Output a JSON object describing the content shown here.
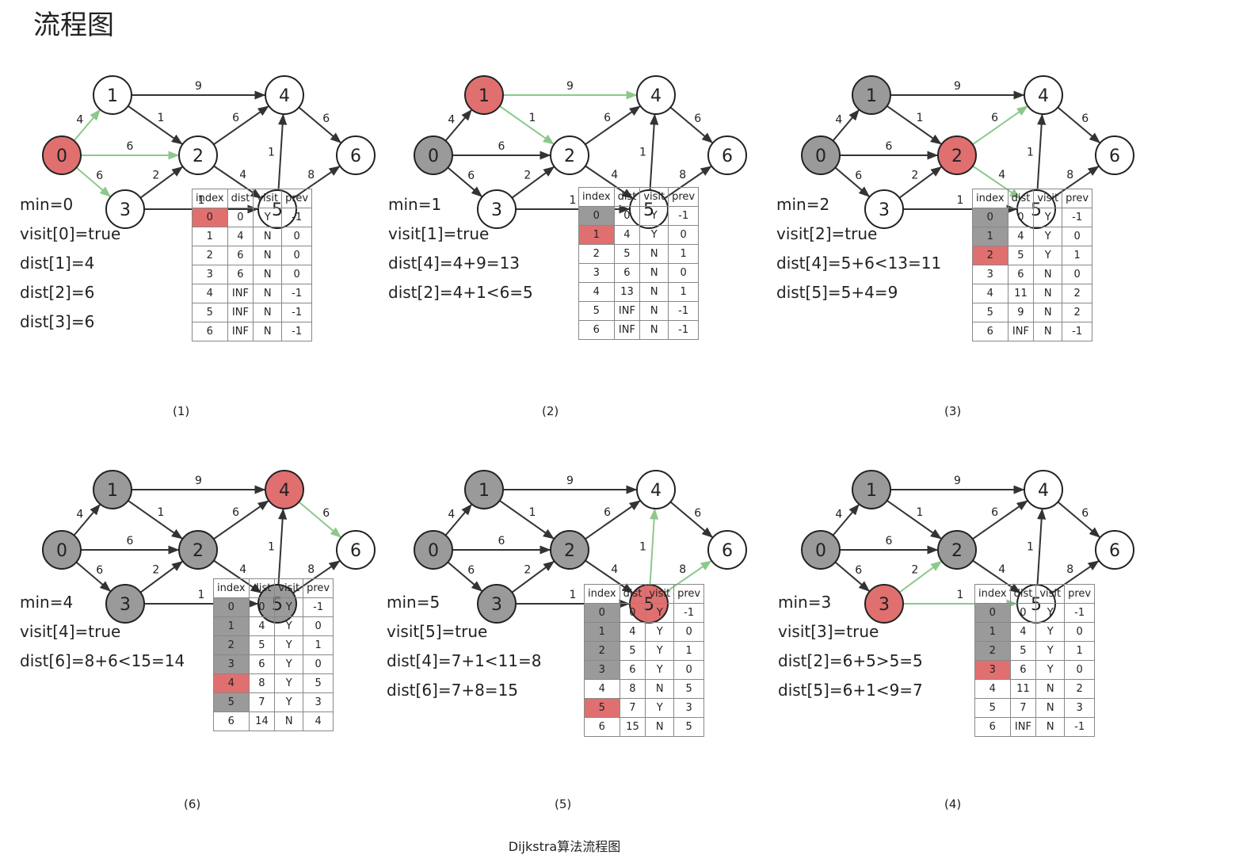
{
  "title": "流程图",
  "figure_caption": "Dijkstra算法流程图",
  "colors": {
    "current": "#e07070",
    "visited": "#9a9a9a",
    "unvisited": "#ffffff",
    "edge": "#333333",
    "relaxed_edge": "#8cc88c"
  },
  "table_headers": [
    "index",
    "dist",
    "visit",
    "prev"
  ],
  "edges": [
    {
      "from": 0,
      "to": 1,
      "w": "4"
    },
    {
      "from": 0,
      "to": 2,
      "w": "6"
    },
    {
      "from": 0,
      "to": 3,
      "w": "6"
    },
    {
      "from": 1,
      "to": 4,
      "w": "9"
    },
    {
      "from": 1,
      "to": 2,
      "w": "1"
    },
    {
      "from": 3,
      "to": 2,
      "w": "2"
    },
    {
      "from": 3,
      "to": 5,
      "w": "1"
    },
    {
      "from": 2,
      "to": 4,
      "w": "6"
    },
    {
      "from": 2,
      "to": 5,
      "w": "4"
    },
    {
      "from": 5,
      "to": 4,
      "w": "1"
    },
    {
      "from": 4,
      "to": 6,
      "w": "6"
    },
    {
      "from": 5,
      "to": 6,
      "w": "8"
    }
  ],
  "panels": [
    {
      "caption": "(1)",
      "current": 0,
      "visited": [],
      "relaxed": [
        [
          0,
          1
        ],
        [
          0,
          2
        ],
        [
          0,
          3
        ]
      ],
      "notes": [
        "min=0",
        "visit[0]=true",
        "dist[1]=4",
        "dist[2]=6",
        "dist[3]=6"
      ],
      "rows": [
        [
          "0",
          "0",
          "Y",
          "-1"
        ],
        [
          "1",
          "4",
          "N",
          "0"
        ],
        [
          "2",
          "6",
          "N",
          "0"
        ],
        [
          "3",
          "6",
          "N",
          "0"
        ],
        [
          "4",
          "INF",
          "N",
          "-1"
        ],
        [
          "5",
          "INF",
          "N",
          "-1"
        ],
        [
          "6",
          "INF",
          "N",
          "-1"
        ]
      ]
    },
    {
      "caption": "(2)",
      "current": 1,
      "visited": [
        0
      ],
      "relaxed": [
        [
          1,
          4
        ],
        [
          1,
          2
        ]
      ],
      "notes": [
        "min=1",
        "visit[1]=true",
        "dist[4]=4+9=13",
        "dist[2]=4+1<6=5"
      ],
      "rows": [
        [
          "0",
          "0",
          "Y",
          "-1"
        ],
        [
          "1",
          "4",
          "Y",
          "0"
        ],
        [
          "2",
          "5",
          "N",
          "1"
        ],
        [
          "3",
          "6",
          "N",
          "0"
        ],
        [
          "4",
          "13",
          "N",
          "1"
        ],
        [
          "5",
          "INF",
          "N",
          "-1"
        ],
        [
          "6",
          "INF",
          "N",
          "-1"
        ]
      ]
    },
    {
      "caption": "(3)",
      "current": 2,
      "visited": [
        0,
        1
      ],
      "relaxed": [
        [
          2,
          4
        ],
        [
          2,
          5
        ]
      ],
      "notes": [
        "min=2",
        "visit[2]=true",
        "dist[4]=5+6<13=11",
        "dist[5]=5+4=9"
      ],
      "rows": [
        [
          "0",
          "0",
          "Y",
          "-1"
        ],
        [
          "1",
          "4",
          "Y",
          "0"
        ],
        [
          "2",
          "5",
          "Y",
          "1"
        ],
        [
          "3",
          "6",
          "N",
          "0"
        ],
        [
          "4",
          "11",
          "N",
          "2"
        ],
        [
          "5",
          "9",
          "N",
          "2"
        ],
        [
          "6",
          "INF",
          "N",
          "-1"
        ]
      ]
    },
    {
      "caption": "(6)",
      "current": 4,
      "visited": [
        0,
        1,
        2,
        3,
        5
      ],
      "relaxed": [
        [
          4,
          6
        ]
      ],
      "notes": [
        "min=4",
        "visit[4]=true",
        "dist[6]=8+6<15=14"
      ],
      "rows": [
        [
          "0",
          "0",
          "Y",
          "-1"
        ],
        [
          "1",
          "4",
          "Y",
          "0"
        ],
        [
          "2",
          "5",
          "Y",
          "1"
        ],
        [
          "3",
          "6",
          "Y",
          "0"
        ],
        [
          "4",
          "8",
          "Y",
          "5"
        ],
        [
          "5",
          "7",
          "Y",
          "3"
        ],
        [
          "6",
          "14",
          "N",
          "4"
        ]
      ]
    },
    {
      "caption": "(5)",
      "current": 5,
      "visited": [
        0,
        1,
        2,
        3
      ],
      "relaxed": [
        [
          5,
          4
        ],
        [
          5,
          6
        ]
      ],
      "notes": [
        "min=5",
        "visit[5]=true",
        "dist[4]=7+1<11=8",
        "dist[6]=7+8=15"
      ],
      "rows": [
        [
          "0",
          "0",
          "Y",
          "-1"
        ],
        [
          "1",
          "4",
          "Y",
          "0"
        ],
        [
          "2",
          "5",
          "Y",
          "1"
        ],
        [
          "3",
          "6",
          "Y",
          "0"
        ],
        [
          "4",
          "8",
          "N",
          "5"
        ],
        [
          "5",
          "7",
          "Y",
          "3"
        ],
        [
          "6",
          "15",
          "N",
          "5"
        ]
      ]
    },
    {
      "caption": "(4)",
      "current": 3,
      "visited": [
        0,
        1,
        2
      ],
      "relaxed": [
        [
          3,
          2
        ],
        [
          3,
          5
        ]
      ],
      "notes": [
        "min=3",
        "visit[3]=true",
        "dist[2]=6+5>5=5",
        "dist[5]=6+1<9=7"
      ],
      "rows": [
        [
          "0",
          "0",
          "Y",
          "-1"
        ],
        [
          "1",
          "4",
          "Y",
          "0"
        ],
        [
          "2",
          "5",
          "Y",
          "1"
        ],
        [
          "3",
          "6",
          "Y",
          "0"
        ],
        [
          "4",
          "11",
          "N",
          "2"
        ],
        [
          "5",
          "7",
          "N",
          "3"
        ],
        [
          "6",
          "INF",
          "N",
          "-1"
        ]
      ]
    }
  ]
}
